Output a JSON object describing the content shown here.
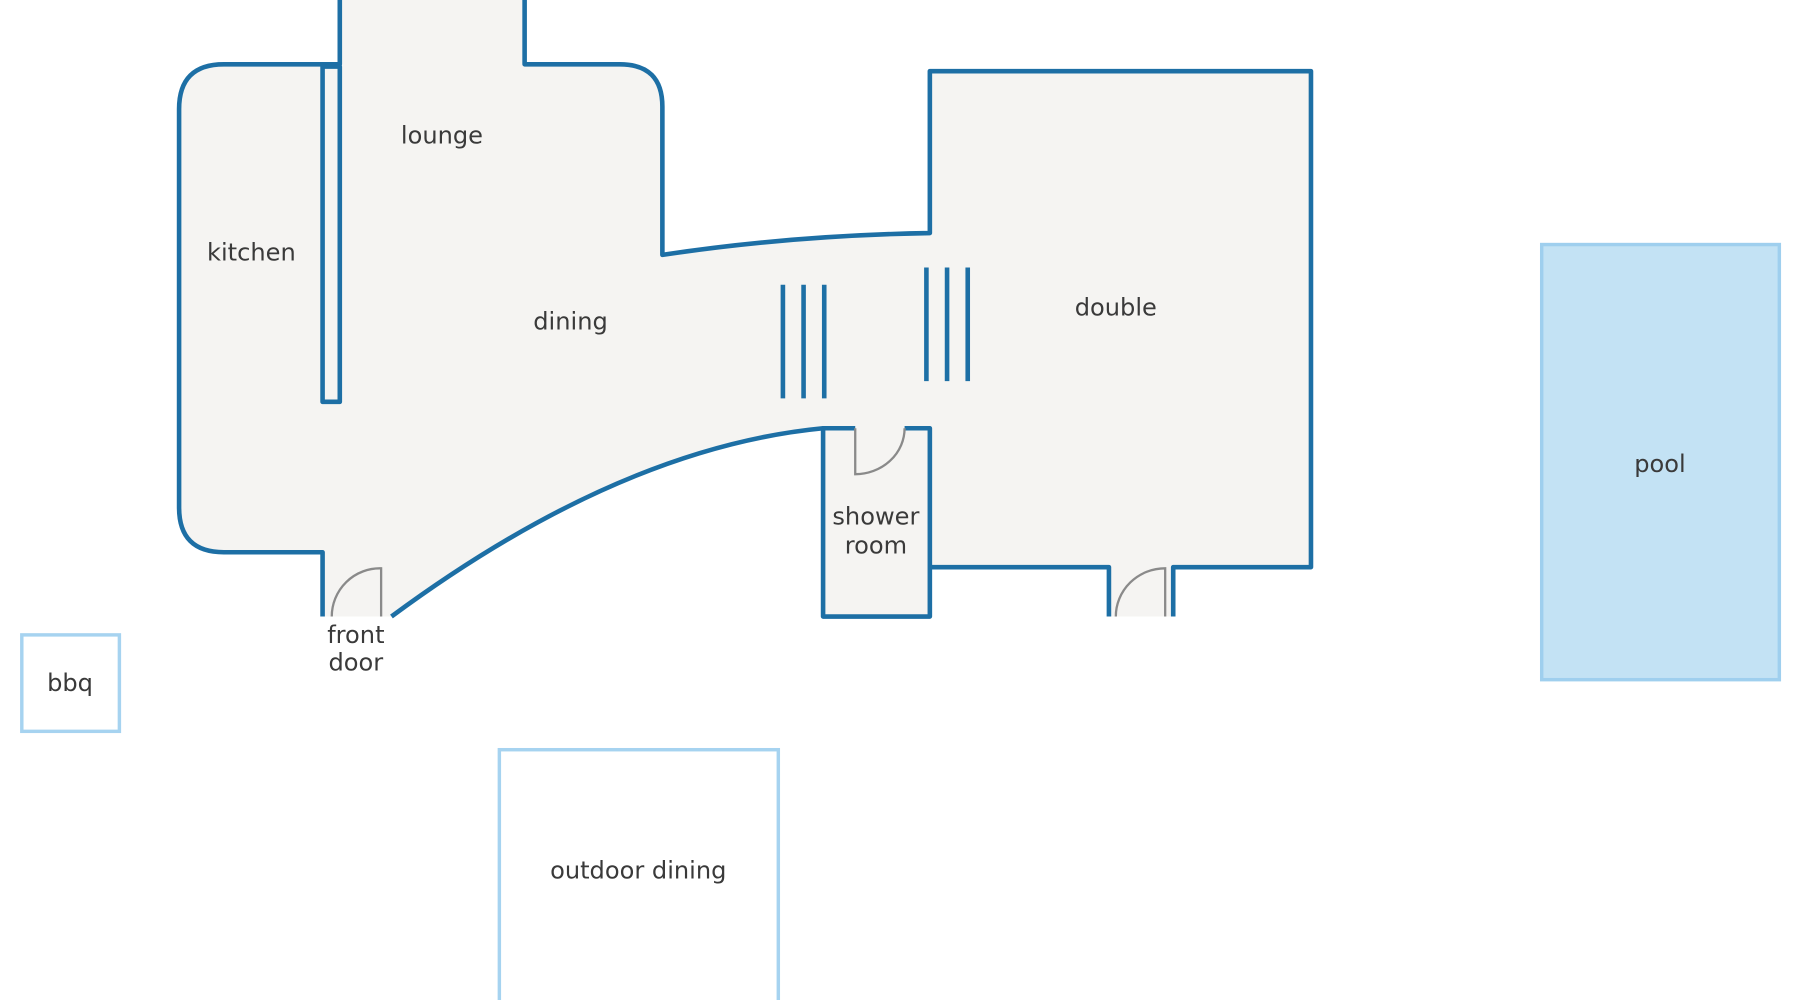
{
  "title": "Floor plan",
  "colors": {
    "wall": "#1d6fa5",
    "floor": "#f5f4f2",
    "outdoor_outline": "#a6d3f0",
    "pool_fill": "#c3e2f4",
    "label": "#3a3a3a"
  },
  "rooms": {
    "kitchen": "kitchen",
    "lounge": "lounge",
    "dining": "dining",
    "double": "double",
    "shower_room_line1": "shower",
    "shower_room_line2": "room",
    "front_door_line1": "front",
    "front_door_line2": "door"
  },
  "outdoor": {
    "bbq": "bbq",
    "outdoor_dining": "outdoor dining",
    "pool": "pool"
  }
}
